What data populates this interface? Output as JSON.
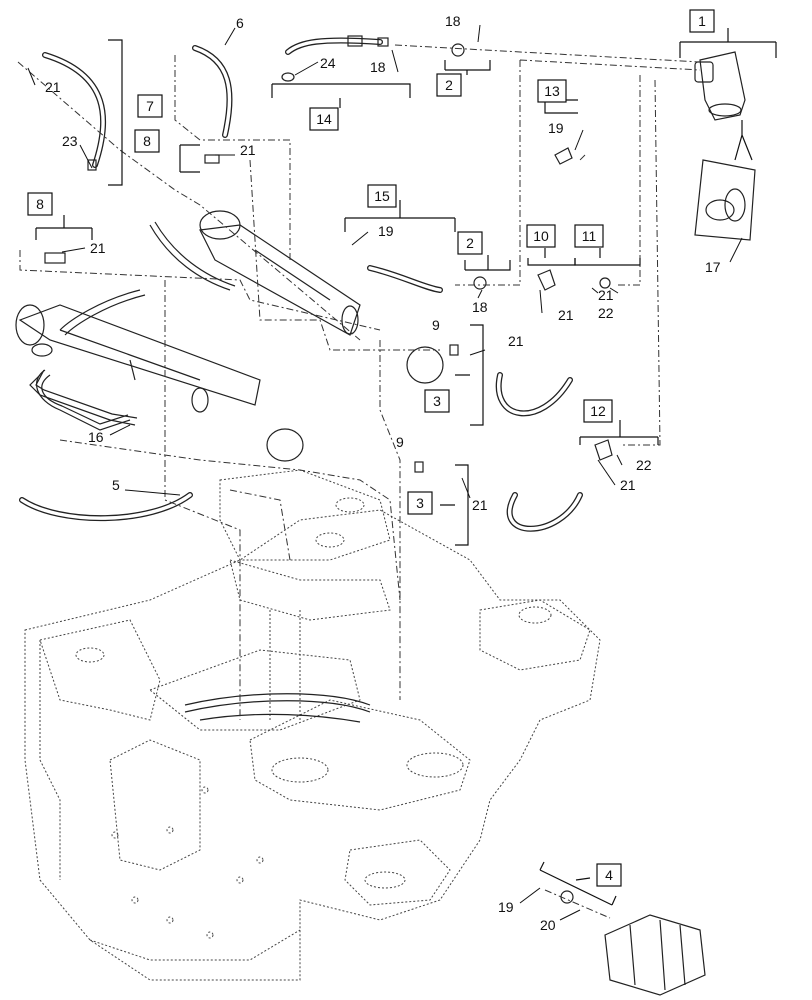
{
  "diagram": {
    "callouts": [
      {
        "id": "box-1",
        "text": "1"
      },
      {
        "id": "box-2a",
        "text": "2"
      },
      {
        "id": "box-2b",
        "text": "2"
      },
      {
        "id": "box-3a",
        "text": "3"
      },
      {
        "id": "box-3b",
        "text": "3"
      },
      {
        "id": "box-4",
        "text": "4"
      },
      {
        "id": "box-7",
        "text": "7"
      },
      {
        "id": "box-8a",
        "text": "8"
      },
      {
        "id": "box-8b",
        "text": "8"
      },
      {
        "id": "box-10",
        "text": "10"
      },
      {
        "id": "box-11",
        "text": "11"
      },
      {
        "id": "box-12",
        "text": "12"
      },
      {
        "id": "box-13",
        "text": "13"
      },
      {
        "id": "box-14",
        "text": "14"
      },
      {
        "id": "box-15",
        "text": "15"
      }
    ],
    "labels": [
      {
        "id": "l-5",
        "text": "5"
      },
      {
        "id": "l-6",
        "text": "6"
      },
      {
        "id": "l-9a",
        "text": "9"
      },
      {
        "id": "l-9b",
        "text": "9"
      },
      {
        "id": "l-16",
        "text": "16"
      },
      {
        "id": "l-17",
        "text": "17"
      },
      {
        "id": "l-18a",
        "text": "18"
      },
      {
        "id": "l-18b",
        "text": "18"
      },
      {
        "id": "l-18c",
        "text": "18"
      },
      {
        "id": "l-19a",
        "text": "19"
      },
      {
        "id": "l-19b",
        "text": "19"
      },
      {
        "id": "l-19c",
        "text": "19"
      },
      {
        "id": "l-20",
        "text": "20"
      },
      {
        "id": "l-21a",
        "text": "21"
      },
      {
        "id": "l-21b",
        "text": "21"
      },
      {
        "id": "l-21c",
        "text": "21"
      },
      {
        "id": "l-21d",
        "text": "21"
      },
      {
        "id": "l-21e",
        "text": "21"
      },
      {
        "id": "l-21f",
        "text": "21"
      },
      {
        "id": "l-21g",
        "text": "21"
      },
      {
        "id": "l-21h",
        "text": "21"
      },
      {
        "id": "l-22a",
        "text": "22"
      },
      {
        "id": "l-22b",
        "text": "22"
      },
      {
        "id": "l-23",
        "text": "23"
      },
      {
        "id": "l-24",
        "text": "24"
      }
    ]
  }
}
